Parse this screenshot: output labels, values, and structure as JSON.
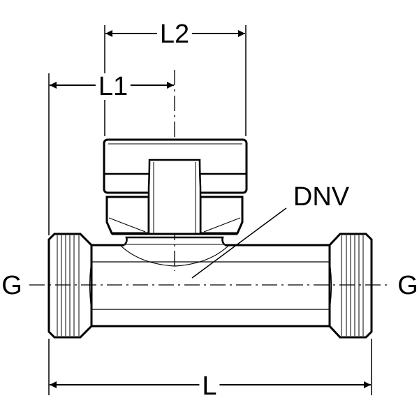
{
  "labels": {
    "l2": "L2",
    "l1": "L1",
    "l": "L",
    "g_left": "G",
    "g_right": "G",
    "dnv": "DNV"
  },
  "colors": {
    "line": "#000000",
    "background": "#ffffff"
  }
}
